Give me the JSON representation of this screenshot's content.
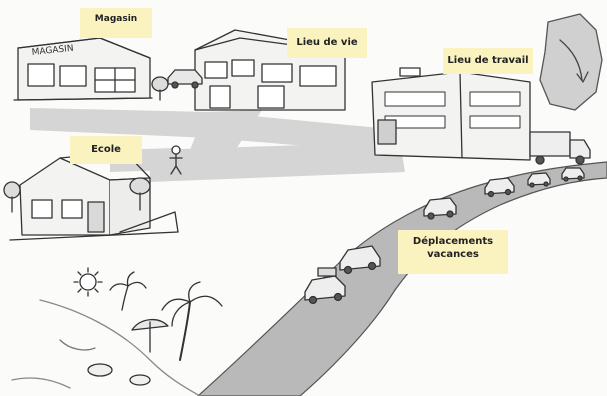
{
  "labels": {
    "shop": "Magasin",
    "home": "Lieu de vie",
    "work": "Lieu de travail",
    "school": "Ecole",
    "holiday_line1": "Déplacements",
    "holiday_line2": "vacances"
  },
  "signs": {
    "shop_sign": "MAGASIN"
  },
  "colors": {
    "label_bg": "#fbf3bf",
    "path_gray": "#d5d5d5",
    "road_gray": "#b9b9b9",
    "ink": "#333333"
  },
  "icons": [
    "sun-icon",
    "france-map-icon",
    "car-icon",
    "truck-icon",
    "palm-tree-icon",
    "parasol-icon",
    "person-icon",
    "tree-icon"
  ]
}
